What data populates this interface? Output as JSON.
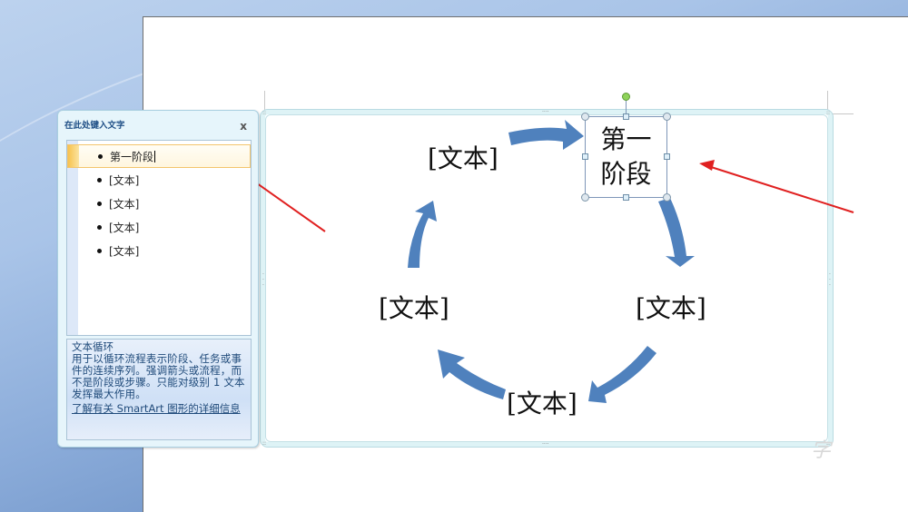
{
  "text_pane": {
    "title": "在此处键入文字",
    "close_label": "x",
    "items": [
      {
        "text": "第一阶段",
        "active": true
      },
      {
        "text": "[文本]",
        "active": false
      },
      {
        "text": "[文本]",
        "active": false
      },
      {
        "text": "[文本]",
        "active": false
      },
      {
        "text": "[文本]",
        "active": false
      }
    ],
    "description": {
      "title": "文本循环",
      "body": "用于以循环流程表示阶段、任务或事件的连续序列。强调箭头或流程，而不是阶段或步骤。只能对级别 1 文本发挥最大作用。",
      "link": "了解有关 SmartArt 图形的详细信息"
    }
  },
  "smartart": {
    "layout": "文本循环",
    "nodes": [
      {
        "position": "top",
        "line1": "第一",
        "line2": "阶段",
        "selected": true
      },
      {
        "position": "right",
        "text": "[文本]"
      },
      {
        "position": "bottom",
        "text": "[文本]"
      },
      {
        "position": "left",
        "text": "[文本]"
      },
      {
        "position": "top-left",
        "text": "[文本]"
      }
    ],
    "arrow_color": "#4f81bd"
  },
  "annotations": {
    "arrow_color": "#e02020"
  },
  "watermark": "字"
}
